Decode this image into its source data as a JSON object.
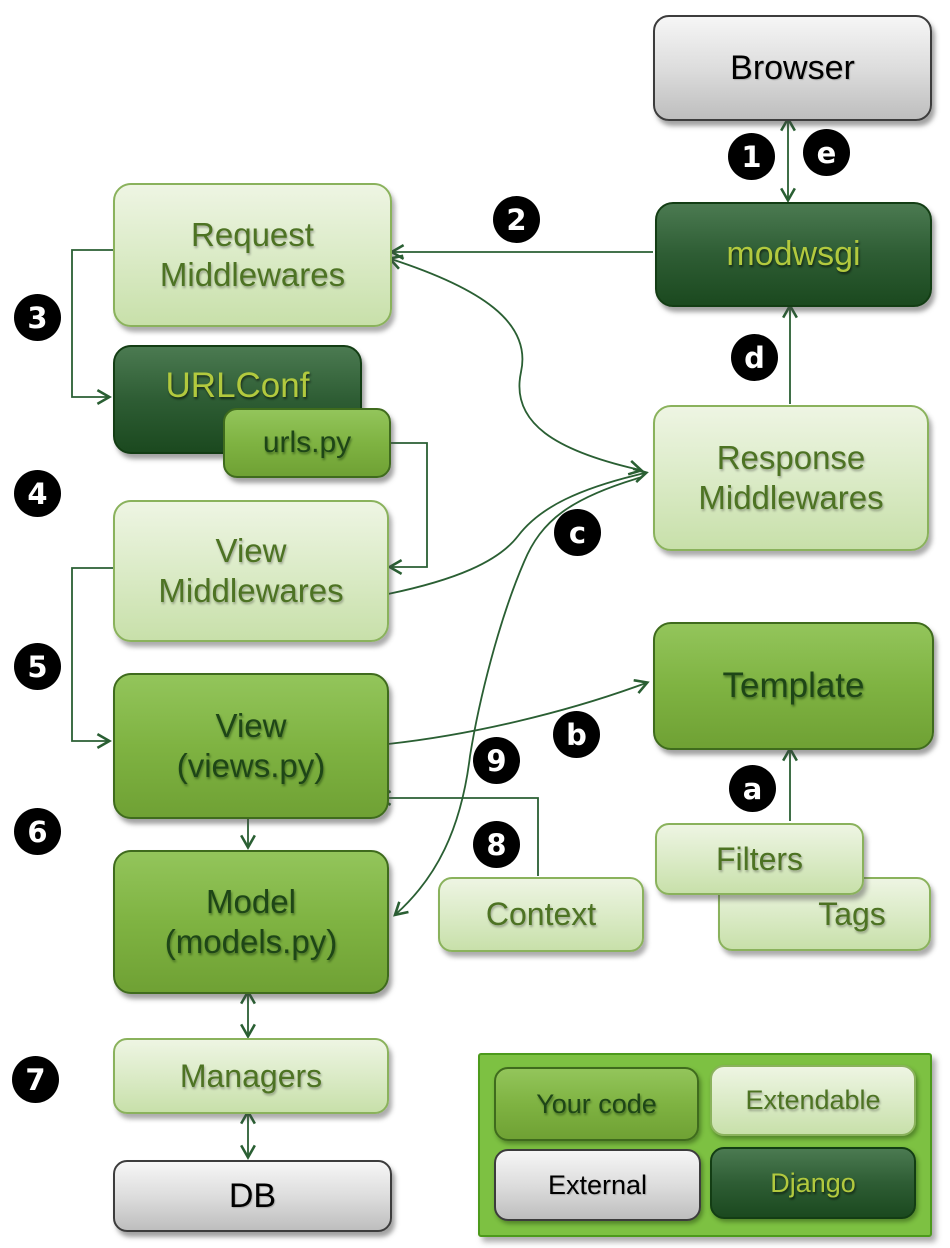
{
  "nodes": {
    "browser": {
      "label": "Browser",
      "type": "external"
    },
    "modwsgi": {
      "label": "modwsgi",
      "type": "django"
    },
    "request_middlewares": {
      "label": "Request\nMiddlewares",
      "type": "extendable"
    },
    "urlconf": {
      "label": "URLConf",
      "type": "django"
    },
    "urls_py": {
      "label": "urls.py",
      "type": "your_code"
    },
    "view_middlewares": {
      "label": "View\nMiddlewares",
      "type": "extendable"
    },
    "view": {
      "label": "View\n(views.py)",
      "type": "your_code"
    },
    "model": {
      "label": "Model\n(models.py)",
      "type": "your_code"
    },
    "managers": {
      "label": "Managers",
      "type": "extendable"
    },
    "db": {
      "label": "DB",
      "type": "external"
    },
    "response_middlewares": {
      "label": "Response\nMiddlewares",
      "type": "extendable"
    },
    "template": {
      "label": "Template",
      "type": "your_code"
    },
    "filters": {
      "label": "Filters",
      "type": "extendable"
    },
    "tags": {
      "label": "Tags",
      "type": "extendable"
    },
    "context": {
      "label": "Context",
      "type": "extendable"
    }
  },
  "badges": {
    "b1": "1",
    "b2": "2",
    "b3": "3",
    "b4": "4",
    "b5": "5",
    "b6": "6",
    "b7": "7",
    "b8": "8",
    "b9": "9",
    "ba": "a",
    "bb": "b",
    "bc": "c",
    "bd": "d",
    "be": "e"
  },
  "legend": {
    "your_code": "Your code",
    "extendable": "Extendable",
    "external": "External",
    "django": "Django"
  },
  "colors": {
    "arrow": "#2a5f33",
    "legend_background": "#7dc142",
    "your_code_fill": "#7fb342",
    "extendable_fill": "#ddecca",
    "external_fill": "#dddddd",
    "django_fill": "#2e5d34",
    "django_text": "#b2c93e",
    "badge_background": "#000000"
  }
}
